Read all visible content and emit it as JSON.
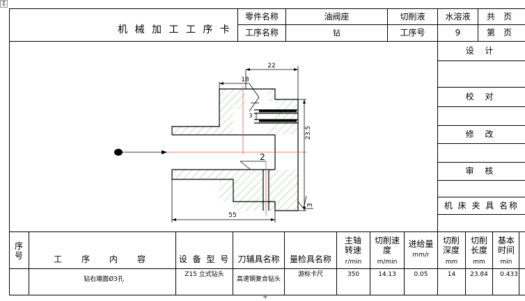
{
  "header": {
    "title": "机 械 加 工 工 序 卡",
    "part_name_label": "零件名称",
    "part_name_value": "油阀座",
    "coolant_label": "切削液",
    "coolant_value": "水溶液",
    "total_pages_label": "共　页",
    "process_name_label": "工序名称",
    "process_name_value": "钻",
    "process_no_label": "工序号",
    "process_no_value": "9",
    "page_no_label": "第　页"
  },
  "sign_panel": {
    "design": "设 计",
    "check": "校 对",
    "revise": "修 改",
    "review": "审 核",
    "fixture": "机 床 夹 具 名称"
  },
  "drawing": {
    "dim_22": "22",
    "dim_18": "18",
    "dim_3": "3",
    "dim_23_5": "23.5",
    "dim_2": "2",
    "dim_55": "55",
    "dim_3b": "3"
  },
  "table": {
    "headers": {
      "seq": "序号",
      "content": "工　序　内　容",
      "equipment": "设 备 型 号",
      "tool": "刀辅具名称",
      "gauge": "量检具名称",
      "spindle": "主轴转速",
      "spindle_unit": "r/min",
      "speed": "切削速 度",
      "speed_unit": "m/min",
      "feed": "进给量",
      "feed_unit": "mm/r",
      "depth": "切削深度",
      "depth_unit": "mm",
      "length": "切削长度",
      "length_unit": "mm",
      "time": "基本时间",
      "time_unit": "min"
    },
    "rows": [
      {
        "seq": "",
        "content": "钻右端面Ø3孔",
        "equipment": "Z15 立式钻头",
        "tool": "高速钢复合钻头",
        "gauge": "游标卡尺",
        "spindle": "350",
        "speed": "14.13",
        "feed": "0.05",
        "depth": "14",
        "length": "23.84",
        "time": "0.433"
      }
    ]
  },
  "ui": {
    "move_handle": "↕",
    "add_row": "+"
  }
}
